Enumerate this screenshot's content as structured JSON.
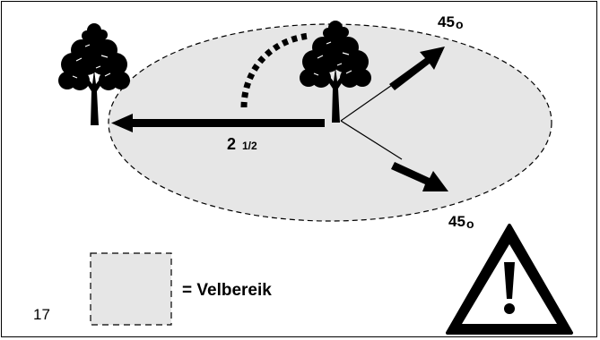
{
  "diagram": {
    "distance_label": {
      "whole": "2",
      "fraction": "1/2"
    },
    "angle_top": {
      "value": "45",
      "unit": "o"
    },
    "angle_bottom": {
      "value": "45",
      "unit": "o"
    },
    "legend_label": "= Velbereik",
    "page_number": "17"
  },
  "colors": {
    "felling_area_fill": "#e6e6e6",
    "ink": "#000000"
  },
  "icons": [
    "tree-icon",
    "warning-triangle-icon",
    "arrow-icon"
  ]
}
